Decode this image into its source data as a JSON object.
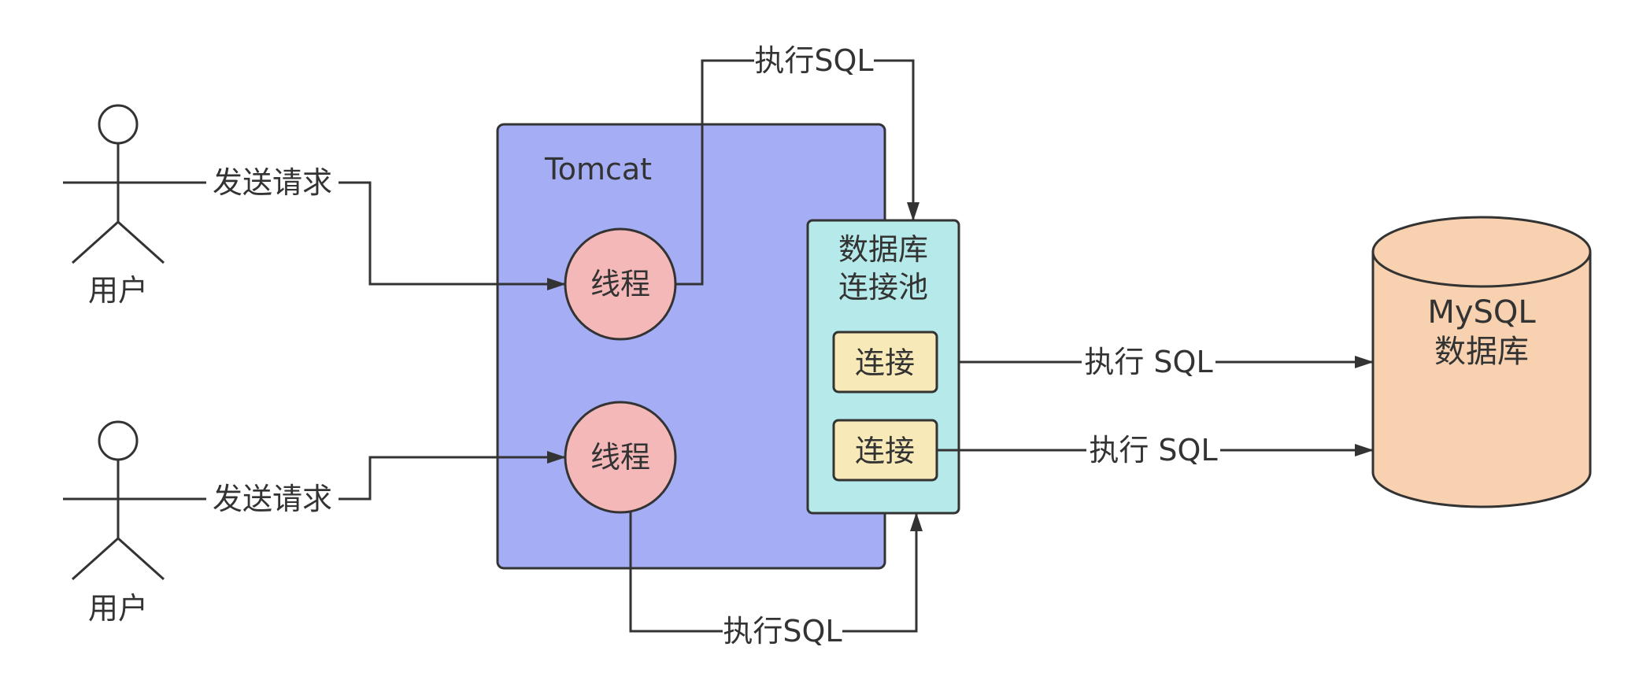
{
  "colors": {
    "stroke": "#333333",
    "tomcat_fill": "#a5aef5",
    "pool_fill": "#b6e9ea",
    "thread_fill": "#f4b8b8",
    "connection_fill": "#f8eab8",
    "database_fill": "#f8d2b0",
    "text": "#333333"
  },
  "actors": [
    {
      "label": "用户"
    },
    {
      "label": "用户"
    }
  ],
  "edges": {
    "send_request_1": "发送请求",
    "send_request_2": "发送请求",
    "exec_sql_top": "执行SQL",
    "exec_sql_bottom": "执行SQL",
    "exec_sql_conn1": "执行 SQL",
    "exec_sql_conn2": "执行 SQL"
  },
  "tomcat": {
    "title": "Tomcat"
  },
  "threads": [
    {
      "label": "线程"
    },
    {
      "label": "线程"
    }
  ],
  "pool": {
    "title_line1": "数据库",
    "title_line2": "连接池",
    "connections": [
      {
        "label": "连接"
      },
      {
        "label": "连接"
      }
    ]
  },
  "database": {
    "line1": "MySQL",
    "line2": "数据库"
  }
}
